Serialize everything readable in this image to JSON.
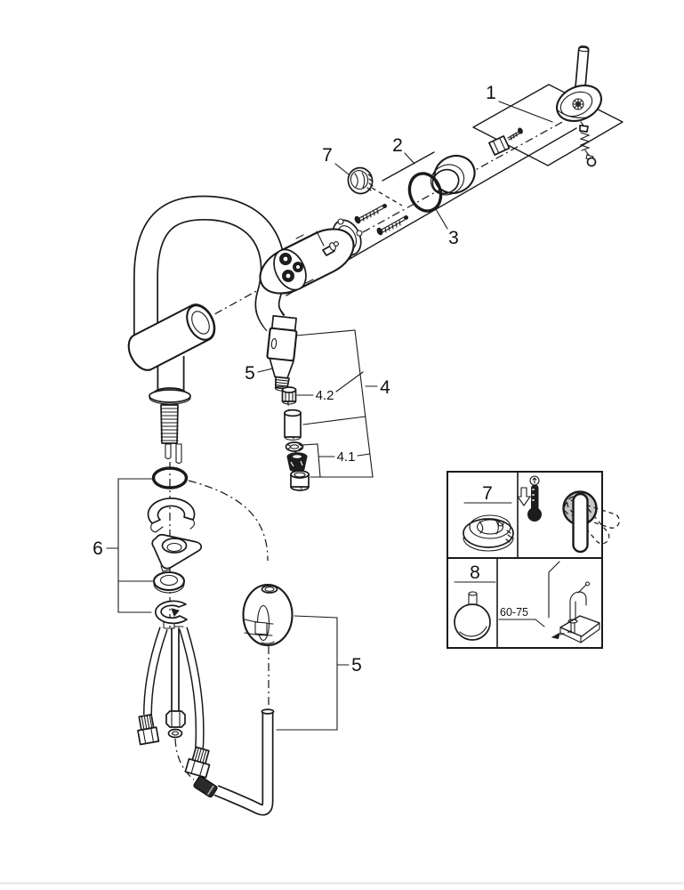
{
  "colors": {
    "line": "#1a1a1a",
    "page_edge": "#ececec",
    "background": "#ffffff"
  },
  "callouts": {
    "handle_group": "1",
    "cap_group": "2",
    "cartridge_group": "3",
    "aerator_group": "4",
    "aerator_sub_group": "4.1",
    "check_valve": "4.2",
    "spray_head": "5",
    "pullout_hose": "5",
    "mounting_group": "6",
    "temp_limiter": "7"
  },
  "insets": {
    "temp_limiter_box": {
      "label": "7"
    },
    "weight_box": {
      "label": "8",
      "dimension": "60-75"
    }
  }
}
